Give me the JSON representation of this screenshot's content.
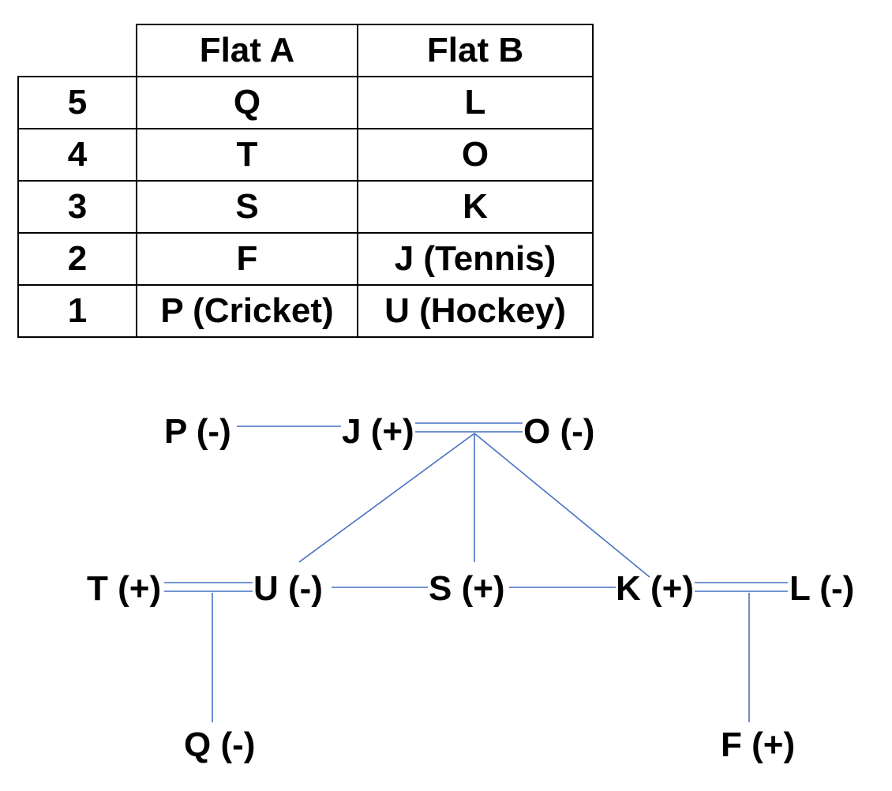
{
  "table": {
    "header": [
      "",
      "Flat A",
      "Flat B"
    ],
    "rows": [
      {
        "floor": "5",
        "a": "Q",
        "b": "L"
      },
      {
        "floor": "4",
        "a": "T",
        "b": "O"
      },
      {
        "floor": "3",
        "a": "S",
        "b": "K"
      },
      {
        "floor": "2",
        "a": "F",
        "b": "J (Tennis)"
      },
      {
        "floor": "1",
        "a": "P (Cricket)",
        "b": "U (Hockey)"
      }
    ]
  },
  "diagram": {
    "edge_color": "#4472c4",
    "nodes": {
      "P": "P (-)",
      "J": "J (+)",
      "O": "O (-)",
      "T": "T (+)",
      "U": "U (-)",
      "S": "S (+)",
      "K": "K (+)",
      "L": "L (-)",
      "Q": "Q (-)",
      "F": "F (+)"
    }
  }
}
